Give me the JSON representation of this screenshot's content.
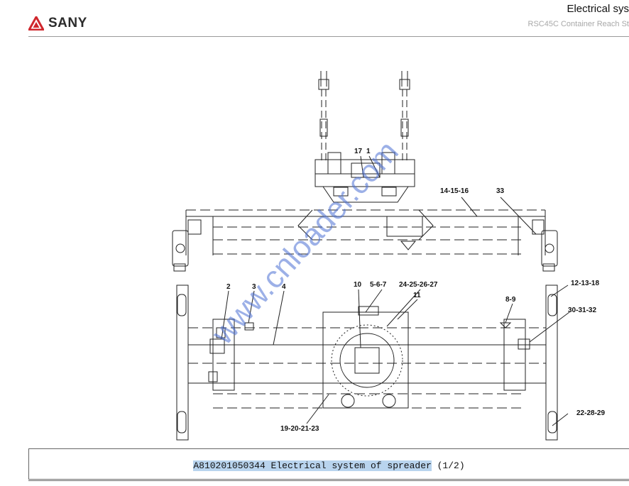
{
  "header": {
    "brand": "SANY",
    "title": "Electrical sys",
    "subtitle": "RSC45C Container Reach St"
  },
  "drawing": {
    "callouts": [
      "17",
      "1",
      "14-15-16",
      "33",
      "2",
      "3",
      "4",
      "10",
      "5-6-7",
      "24-25-26-27",
      "11",
      "8-9",
      "12-13-18",
      "30-31-32",
      "19-20-21-23",
      "22-28-29"
    ],
    "watermark": "www.cnloader.com"
  },
  "caption": {
    "code_title": "A810201050344 Electrical system of spreader",
    "page": "(1/2)"
  }
}
